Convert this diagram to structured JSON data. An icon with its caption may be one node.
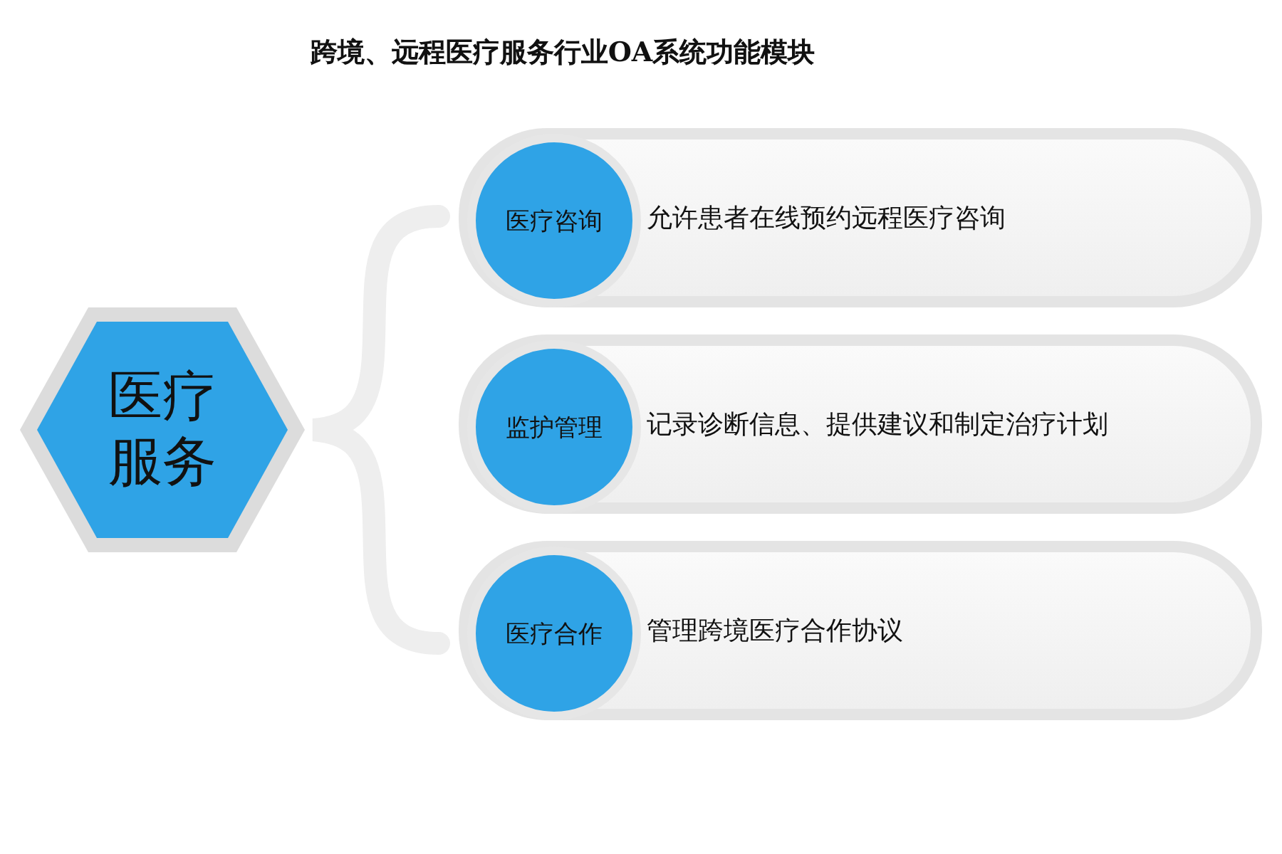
{
  "diagram": {
    "title": "跨境、远程医疗服务行业OA系统功能模块",
    "nodes": [
      {
        "text": [
          "医疗服务"
        ]
      },
      {
        "text": [
          "允许患者在线预约远程医疗咨询"
        ]
      },
      {
        "text": [
          "医疗咨询"
        ],
        "in": 1
      },
      {
        "text": [
          "记录诊断信息、提供建议和制定治疗计划"
        ]
      },
      {
        "text": [
          "监护管理"
        ],
        "in": 3
      },
      {
        "text": [
          "管理跨境医疗合作协议"
        ]
      },
      {
        "text": [
          "医疗合作"
        ],
        "in": 5
      }
    ]
  }
}
